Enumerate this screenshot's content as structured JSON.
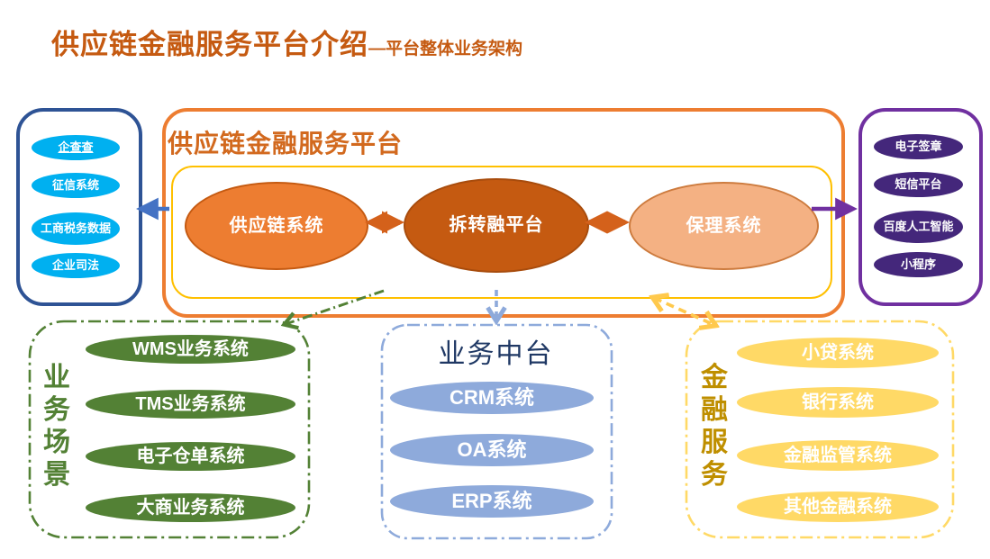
{
  "slide_title": {
    "main": "供应链金融服务平台介绍",
    "sub": "—平台整体业务架构"
  },
  "platform_box": {
    "title": "供应链金融服务平台",
    "systems": [
      "供应链系统",
      "拆转融平台",
      "保理系统"
    ]
  },
  "external_data_panel": {
    "items": [
      "企查查",
      "征信系统",
      "工商税务数据",
      "企业司法"
    ]
  },
  "services_panel": {
    "items": [
      "电子签章",
      "短信平台",
      "百度人工智能",
      "小程序"
    ]
  },
  "scenario_panel": {
    "label": "业务场景",
    "items": [
      "WMS业务系统",
      "TMS业务系统",
      "电子仓单系统",
      "大商业务系统"
    ]
  },
  "middle_panel": {
    "title": "业务中台",
    "items": [
      "CRM系统",
      "OA系统",
      "ERP系统"
    ]
  },
  "finance_panel": {
    "label": "金融服务",
    "items": [
      "小贷系统",
      "银行系统",
      "金融监管系统",
      "其他金融系统"
    ]
  },
  "colors": {
    "title_orange": "#C55A11",
    "platform_border_orange": "#ED7D31",
    "inner_border_gold": "#FFC000",
    "system_oval_orange": "#ED7D31",
    "system_oval_dark_orange": "#C55A11",
    "system_oval_light_orange": "#F4B183",
    "external_panel_blue": "#2E5395",
    "external_oval_cyan": "#00B0F0",
    "services_panel_purple": "#7030A0",
    "services_oval_purple": "#44277B",
    "scenario_green": "#538135",
    "middle_light_blue": "#8EAADB",
    "middle_title_navy": "#1F3864",
    "finance_yellow": "#FFD966",
    "finance_label_gold": "#BF8F00",
    "exchange_arrow_red": "#D4611B",
    "left_arrow_blue": "#4472C4"
  }
}
